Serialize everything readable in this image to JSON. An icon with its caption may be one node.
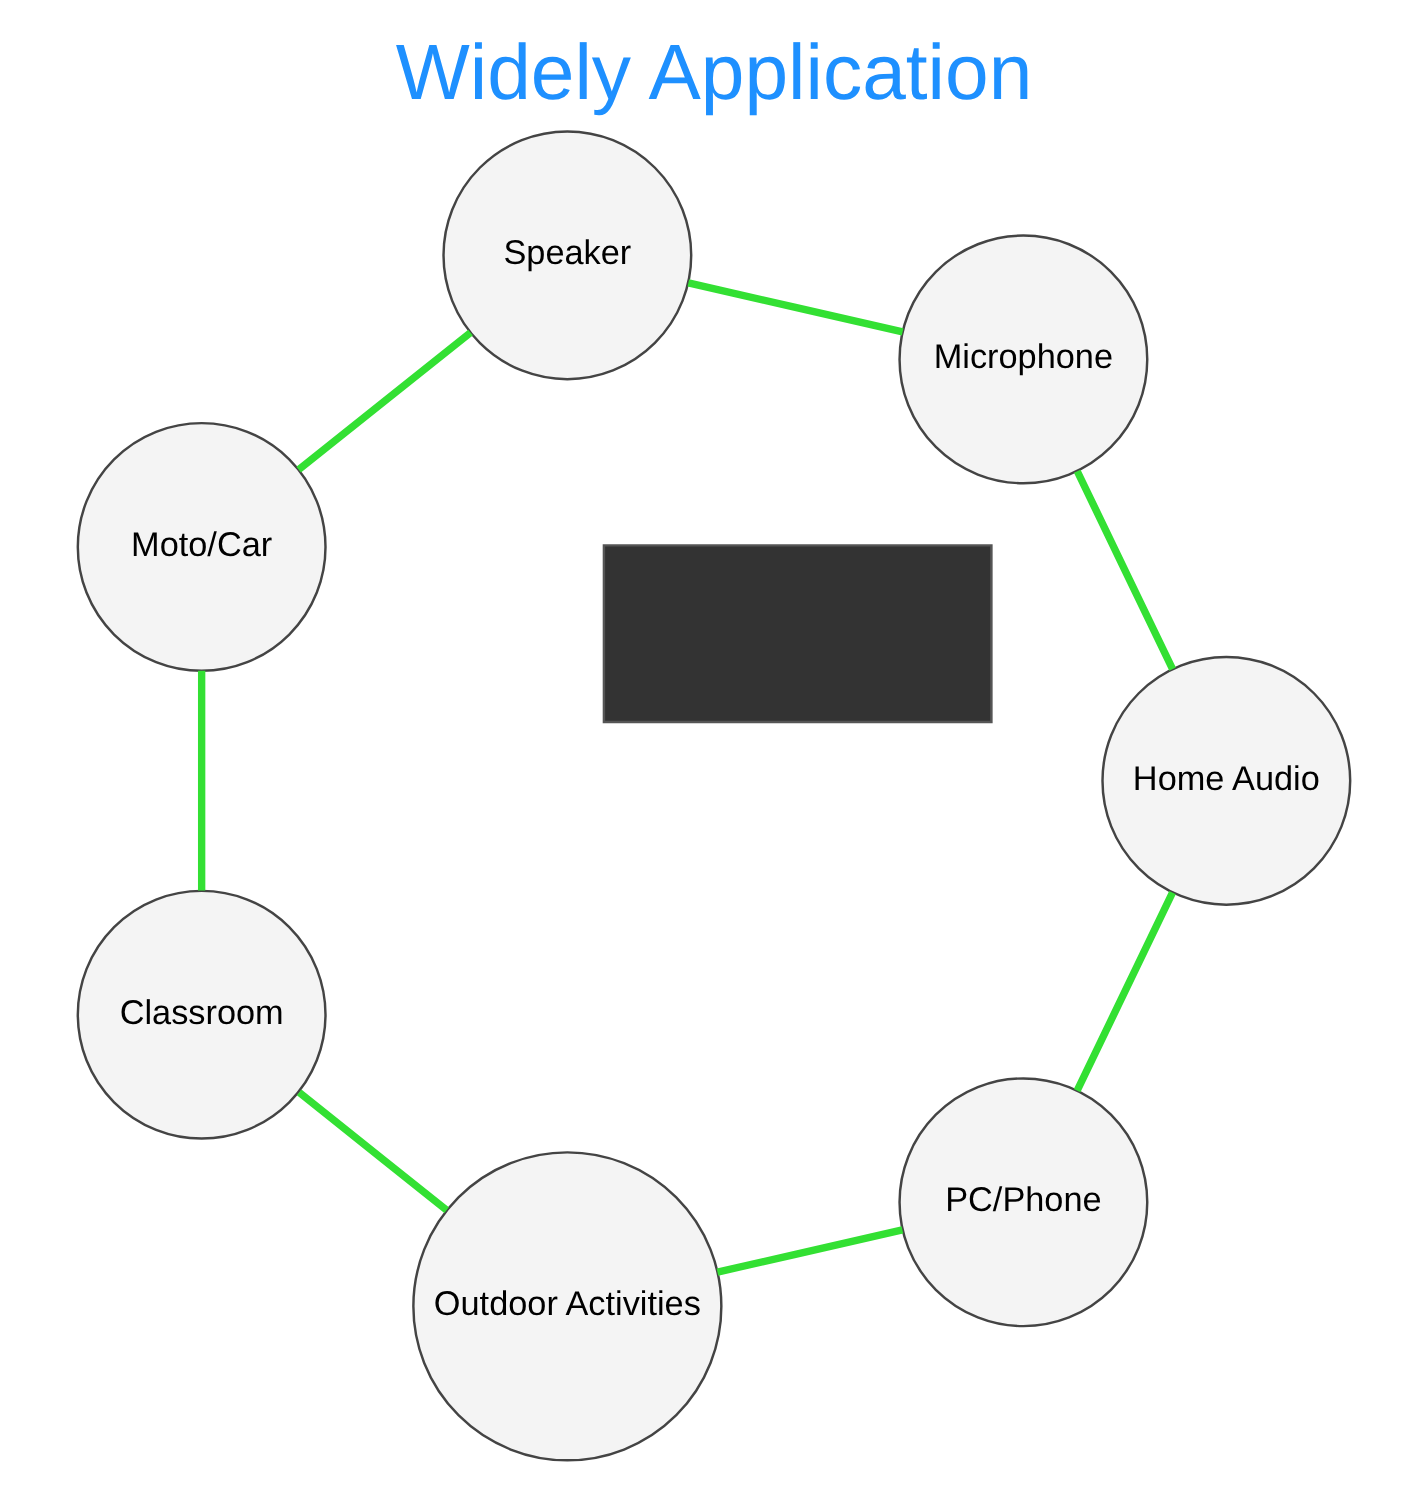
{
  "diagram": {
    "title": "Widely Application",
    "nodes": [
      {
        "text": [
          "PC/Phone"
        ]
      },
      {
        "text": [
          "Outdoor Activities"
        ]
      },
      {
        "text": [
          "Home Audio"
        ]
      },
      {
        "text": [],
        "shape": "box"
      },
      {
        "text": [
          "Classroom"
        ]
      },
      {
        "text": [
          "Microphone"
        ]
      },
      {
        "text": [
          "Moto/Car"
        ]
      },
      {
        "text": [
          "Speaker"
        ]
      }
    ],
    "edges": [
      {
        "from": 0,
        "to": 1,
        "arrow": "none"
      },
      {
        "from": 1,
        "to": 4,
        "arrow": "none"
      },
      {
        "from": 4,
        "to": 6,
        "arrow": "none"
      },
      {
        "from": 6,
        "to": 7,
        "arrow": "none"
      },
      {
        "from": 7,
        "to": 5,
        "arrow": "none"
      },
      {
        "from": 5,
        "to": 2,
        "arrow": "none"
      },
      {
        "from": 2,
        "to": 0,
        "arrow": "none"
      }
    ]
  }
}
